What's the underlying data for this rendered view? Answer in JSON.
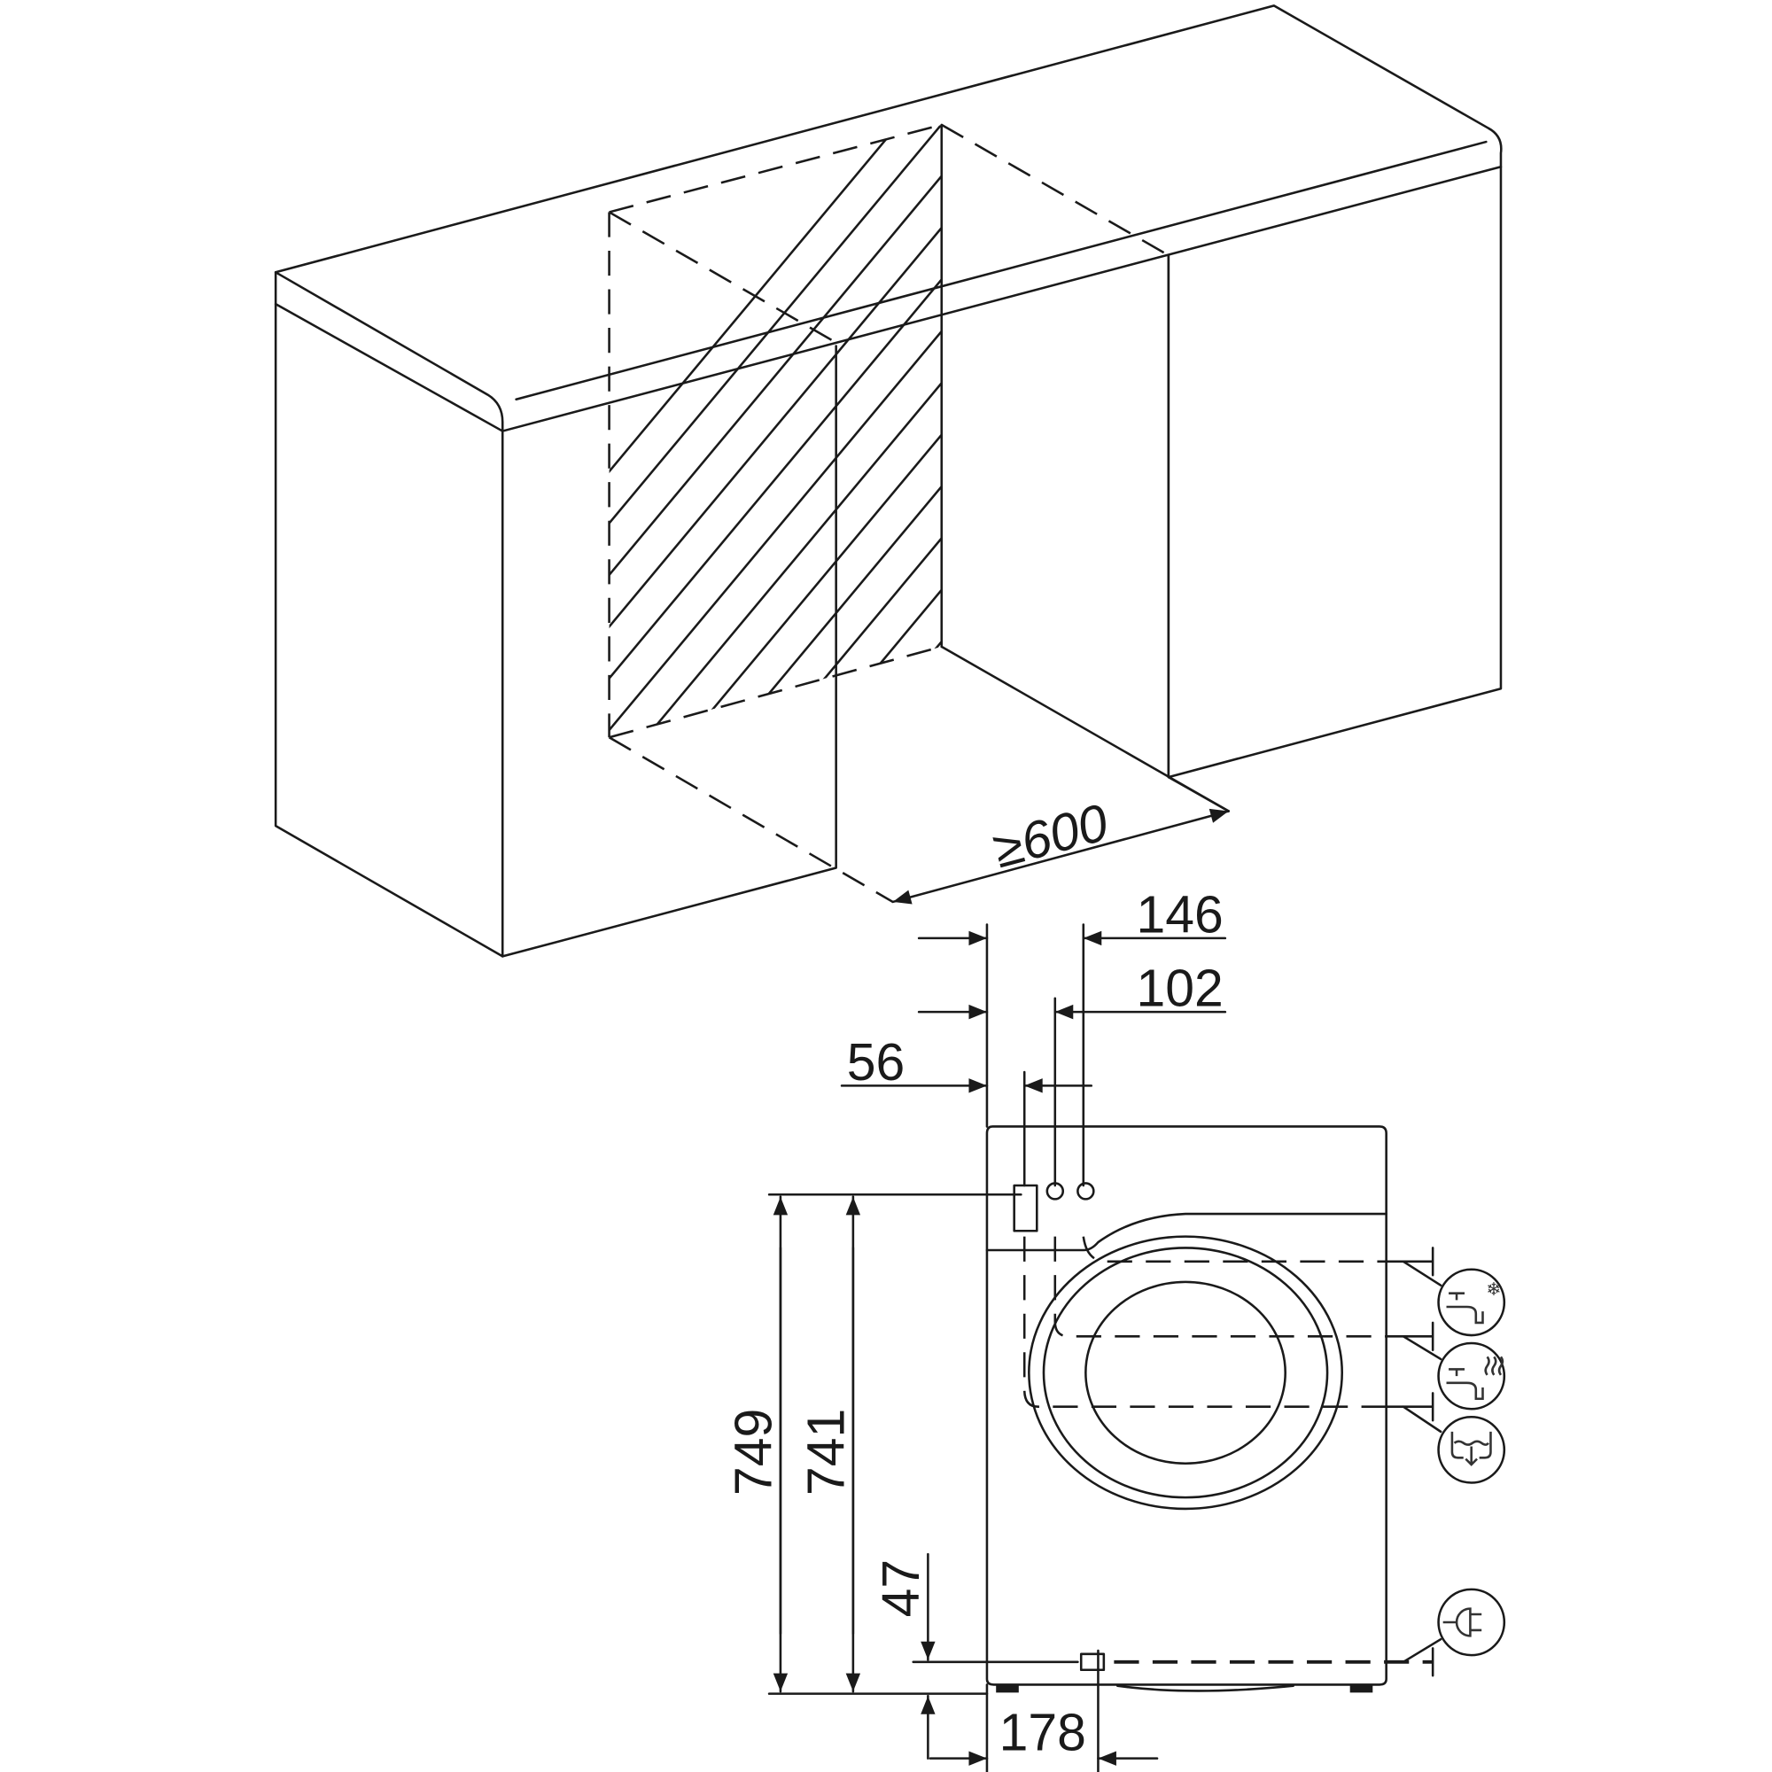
{
  "dimensions": {
    "niche_width": "≥600",
    "offset_146": "146",
    "offset_102": "102",
    "offset_56": "56",
    "height_749": "749",
    "height_741": "741",
    "height_47": "47",
    "offset_178": "178"
  },
  "connection_icons": [
    "cold-water-tap-icon",
    "hot-water-tap-icon",
    "drain-icon",
    "power-plug-icon"
  ]
}
